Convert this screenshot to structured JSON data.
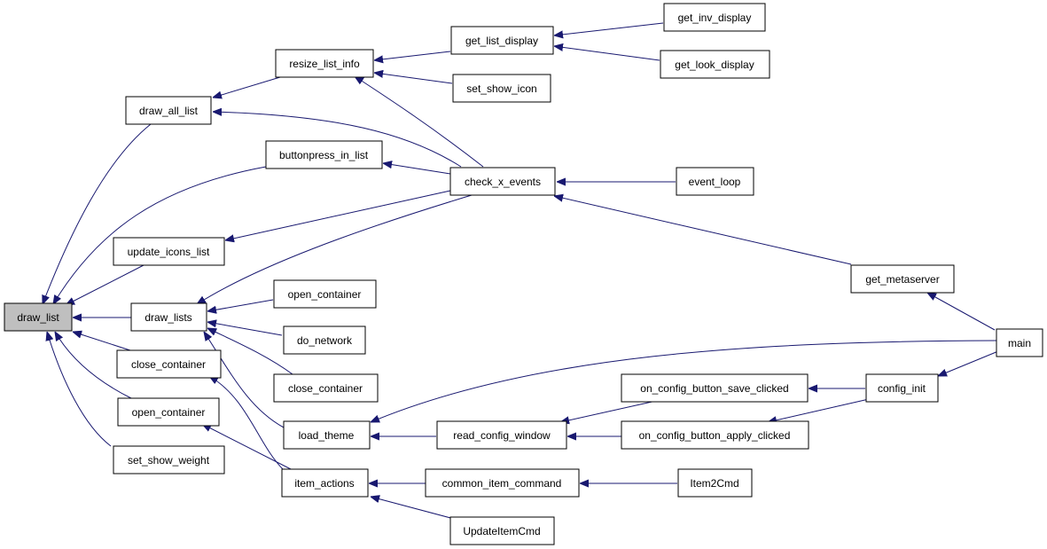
{
  "graph": {
    "nodes": {
      "draw_list": "draw_list",
      "draw_all_list": "draw_all_list",
      "buttonpress_in_list": "buttonpress_in_list",
      "update_icons_list": "update_icons_list",
      "draw_lists": "draw_lists",
      "close_container_1": "close_container",
      "open_container_1": "open_container",
      "set_show_weight": "set_show_weight",
      "resize_list_info": "resize_list_info",
      "get_list_display": "get_list_display",
      "set_show_icon": "set_show_icon",
      "get_inv_display": "get_inv_display",
      "get_look_display": "get_look_display",
      "check_x_events": "check_x_events",
      "event_loop": "event_loop",
      "get_metaserver": "get_metaserver",
      "main": "main",
      "open_container_2": "open_container",
      "do_network": "do_network",
      "close_container_2": "close_container",
      "load_theme": "load_theme",
      "item_actions": "item_actions",
      "read_config_window": "read_config_window",
      "on_config_button_save_clicked": "on_config_button_save_clicked",
      "on_config_button_apply_clicked": "on_config_button_apply_clicked",
      "config_init": "config_init",
      "common_item_command": "common_item_command",
      "Item2Cmd": "Item2Cmd",
      "UpdateItemCmd": "UpdateItemCmd"
    },
    "highlighted_node": "draw_list",
    "edge_color": "#191970",
    "highlight_fill": "#bfbfbf",
    "edges": [
      {
        "from": "draw_all_list",
        "to": "draw_list"
      },
      {
        "from": "buttonpress_in_list",
        "to": "draw_list"
      },
      {
        "from": "update_icons_list",
        "to": "draw_list"
      },
      {
        "from": "draw_lists",
        "to": "draw_list"
      },
      {
        "from": "close_container_1",
        "to": "draw_list"
      },
      {
        "from": "open_container_1",
        "to": "draw_list"
      },
      {
        "from": "set_show_weight",
        "to": "draw_list"
      },
      {
        "from": "resize_list_info",
        "to": "draw_all_list"
      },
      {
        "from": "check_x_events",
        "to": "draw_all_list"
      },
      {
        "from": "get_list_display",
        "to": "resize_list_info"
      },
      {
        "from": "set_show_icon",
        "to": "resize_list_info"
      },
      {
        "from": "check_x_events",
        "to": "resize_list_info"
      },
      {
        "from": "get_inv_display",
        "to": "get_list_display"
      },
      {
        "from": "get_look_display",
        "to": "get_list_display"
      },
      {
        "from": "check_x_events",
        "to": "buttonpress_in_list"
      },
      {
        "from": "check_x_events",
        "to": "update_icons_list"
      },
      {
        "from": "check_x_events",
        "to": "draw_lists"
      },
      {
        "from": "event_loop",
        "to": "check_x_events"
      },
      {
        "from": "get_metaserver",
        "to": "check_x_events"
      },
      {
        "from": "main",
        "to": "get_metaserver"
      },
      {
        "from": "open_container_2",
        "to": "draw_lists"
      },
      {
        "from": "do_network",
        "to": "draw_lists"
      },
      {
        "from": "close_container_2",
        "to": "draw_lists"
      },
      {
        "from": "load_theme",
        "to": "draw_lists"
      },
      {
        "from": "item_actions",
        "to": "close_container_1"
      },
      {
        "from": "item_actions",
        "to": "open_container_1"
      },
      {
        "from": "main",
        "to": "load_theme"
      },
      {
        "from": "read_config_window",
        "to": "load_theme"
      },
      {
        "from": "on_config_button_save_clicked",
        "to": "read_config_window"
      },
      {
        "from": "on_config_button_apply_clicked",
        "to": "read_config_window"
      },
      {
        "from": "config_init",
        "to": "on_config_button_save_clicked"
      },
      {
        "from": "config_init",
        "to": "on_config_button_apply_clicked"
      },
      {
        "from": "main",
        "to": "config_init"
      },
      {
        "from": "common_item_command",
        "to": "item_actions"
      },
      {
        "from": "UpdateItemCmd",
        "to": "item_actions"
      },
      {
        "from": "Item2Cmd",
        "to": "common_item_command"
      }
    ]
  }
}
